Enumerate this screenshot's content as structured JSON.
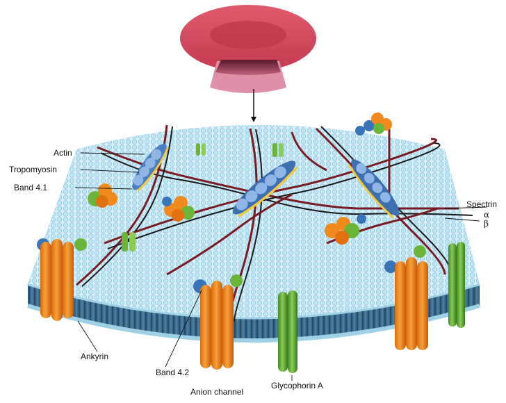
{
  "labels": {
    "actin": "Actin",
    "tropomyosin": "Tropomyosin",
    "band_4_1": "Band 4.1",
    "spectrin": "Spectrin",
    "alpha": "α",
    "beta": "β",
    "ankyrin": "Ankyrin",
    "band_4_2": "Band 4.2",
    "anion_channel": "Anion channel",
    "glycophorin_a": "Glycophorin A"
  },
  "colors": {
    "rbc": "#d94a5e",
    "rbc_dark": "#8c2a3a",
    "lipid_head": "#a8d8ec",
    "lipid_tail": "#2f5a7a",
    "spectrin": "#7a1a22",
    "actin": "#4a7fc0",
    "tropomyosin": "#f2c83c",
    "band_4_1_orange": "#f08a1c",
    "band_4_1_green": "#6ab43a",
    "ankyrin_blue": "#3a74b8",
    "anion_channel": "#f08a1c",
    "glycophorin": "#6ab43a"
  }
}
